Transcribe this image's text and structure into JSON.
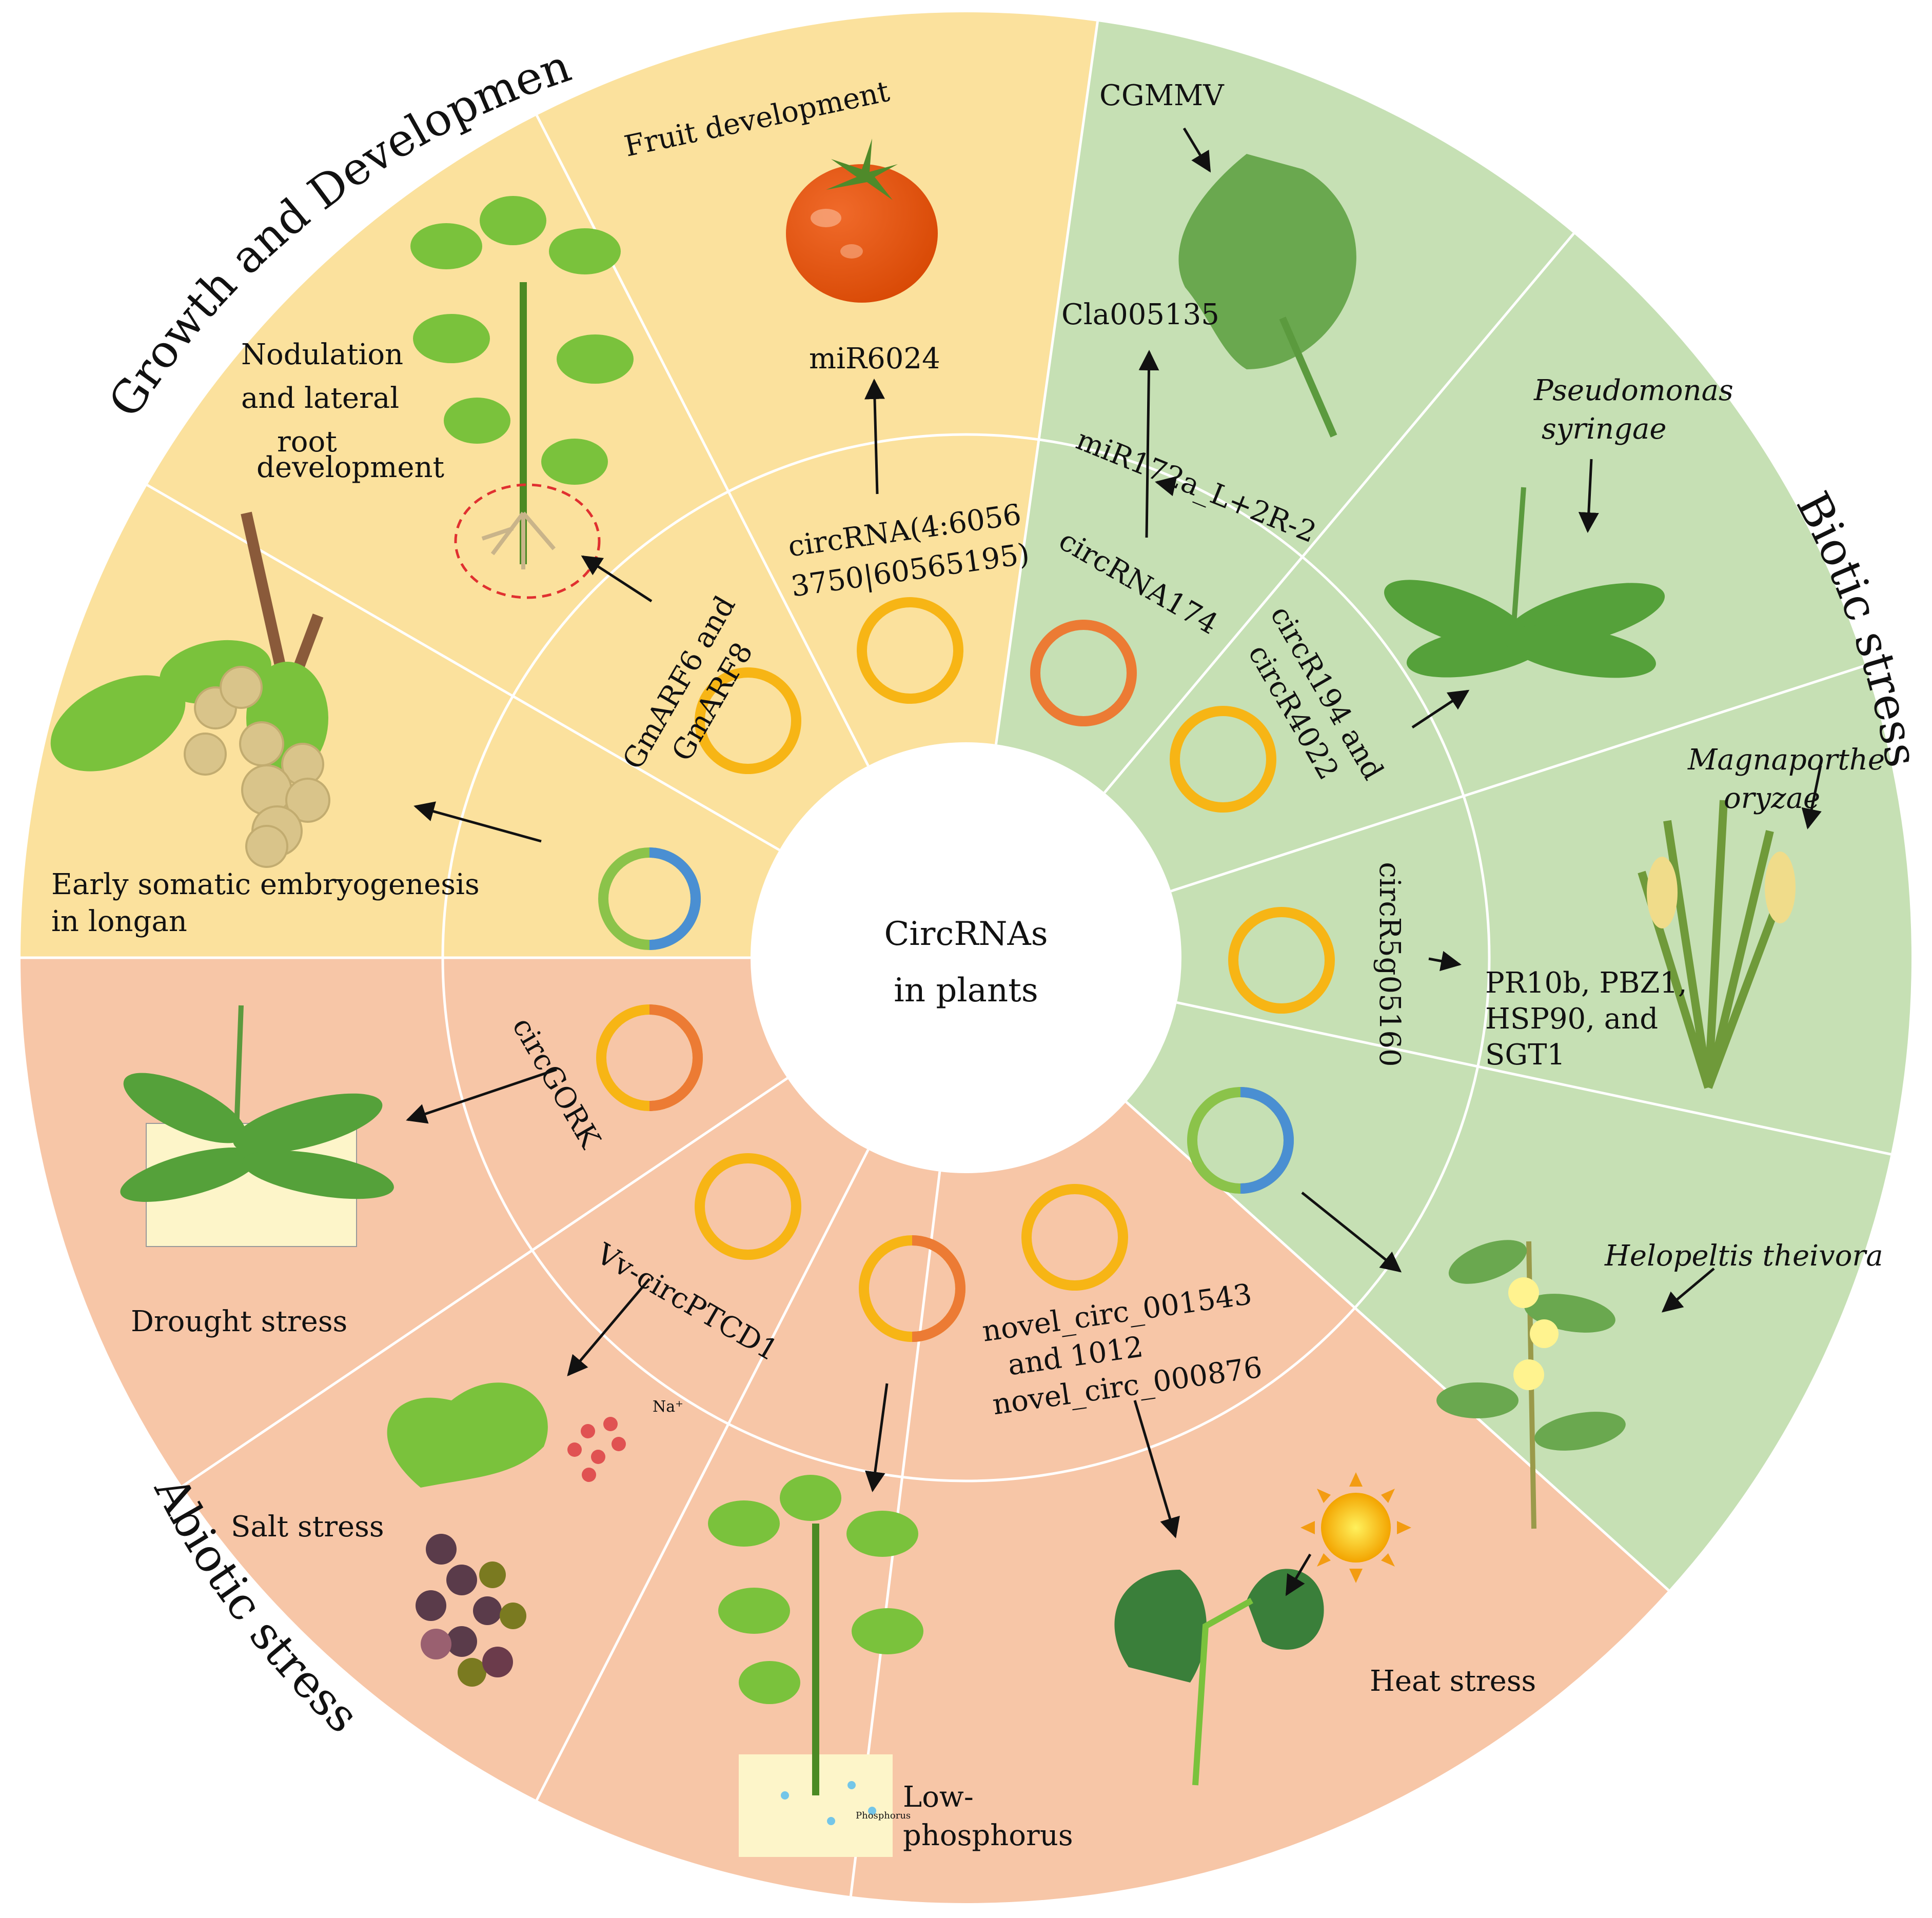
{
  "center": {
    "line1": "CircRNAs",
    "line2": "in plants"
  },
  "categories": {
    "growth": {
      "label": "Growth and Development",
      "color": "#fbe19d"
    },
    "biotic": {
      "label": "Biotic stress",
      "color": "#c6e0b4"
    },
    "abiotic": {
      "label": "Abiotic stress",
      "color": "#f7c6a7"
    }
  },
  "ring_colors": {
    "yellow": "#f7b515",
    "orange": "#ec7b34",
    "green": "#8bc34a",
    "blue": "#4a8fd2"
  },
  "sectors": {
    "longan": {
      "circ": "",
      "effect": [
        "Early somatic embryogenesis",
        "in longan"
      ]
    },
    "nodulation": {
      "circ": [
        "GmARF6 and",
        "GmARF8"
      ],
      "effect": [
        "Nodulation",
        "and lateral",
        "root",
        "development"
      ]
    },
    "fruit": {
      "circ": [
        "circRNA(4:6056",
        "3750|60565195)"
      ],
      "target": "miR6024",
      "effect": "Fruit development"
    },
    "cgmmv": {
      "circ": "circRNA174",
      "mirna": "miR172a_L+2R-2",
      "target": "Cla005135",
      "effect": "CGMMV"
    },
    "pseudomonas": {
      "circ": [
        "circR194 and",
        "circR4022"
      ],
      "effect": [
        "Pseudomonas",
        "syringae"
      ]
    },
    "magnaporthe": {
      "circ": "circR5g05160",
      "targets": [
        "PR10b, PBZ1,",
        "HSP90, and",
        "SGT1"
      ],
      "effect": [
        "Magnaporthe",
        "oryzae"
      ]
    },
    "helopeltis": {
      "circ": "",
      "effect": "Helopeltis theivora"
    },
    "heat": {
      "circ": [
        "novel_circ_001543",
        "and 1012",
        "novel_circ_000876"
      ],
      "effect": "Heat stress"
    },
    "phosphorus": {
      "circ": "",
      "effect": [
        "Low-",
        "phosphorus"
      ],
      "inset": "Phosphorus"
    },
    "salt": {
      "circ": "Vv-circPTCD1",
      "effect": "Salt stress",
      "ion": "Na⁺"
    },
    "drought": {
      "circ": "circGORK",
      "effect": "Drought stress"
    }
  }
}
